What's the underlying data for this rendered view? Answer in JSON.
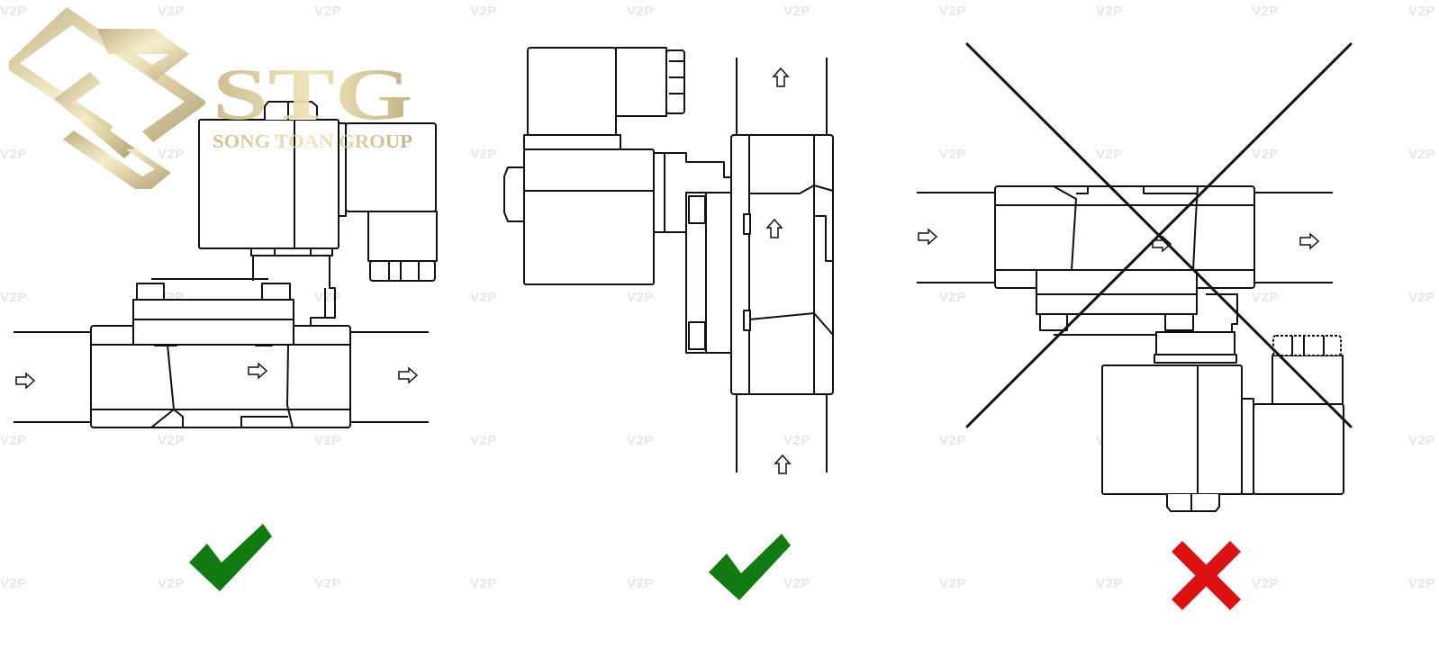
{
  "logo": {
    "brand": "STG",
    "company": "SONG TOAN GROUP",
    "gold_color": "#cdbf8e"
  },
  "watermark": {
    "text": "V2P",
    "color": "#e6e6e6",
    "columns_x": [
      0,
      175,
      349,
      522,
      696,
      870,
      1043,
      1217,
      1390,
      1564
    ],
    "rows_y": [
      16,
      175,
      334,
      493,
      652
    ]
  },
  "panels": [
    {
      "id": "horizontal-upright",
      "description": "Horizontal pipe, coil on top",
      "flow_direction": "right",
      "verdict": "correct",
      "verdict_icon": "check-mark",
      "verdict_color": "#117a11"
    },
    {
      "id": "vertical-side",
      "description": "Vertical pipe, coil on side",
      "flow_direction": "up",
      "verdict": "correct",
      "verdict_icon": "check-mark",
      "verdict_color": "#117a11"
    },
    {
      "id": "horizontal-inverted",
      "description": "Horizontal pipe, coil upside down",
      "flow_direction": "right",
      "verdict": "incorrect",
      "verdict_icon": "cross-mark",
      "verdict_color": "#dd1111"
    }
  ],
  "colors": {
    "line": "#111111",
    "background": "#ffffff"
  }
}
